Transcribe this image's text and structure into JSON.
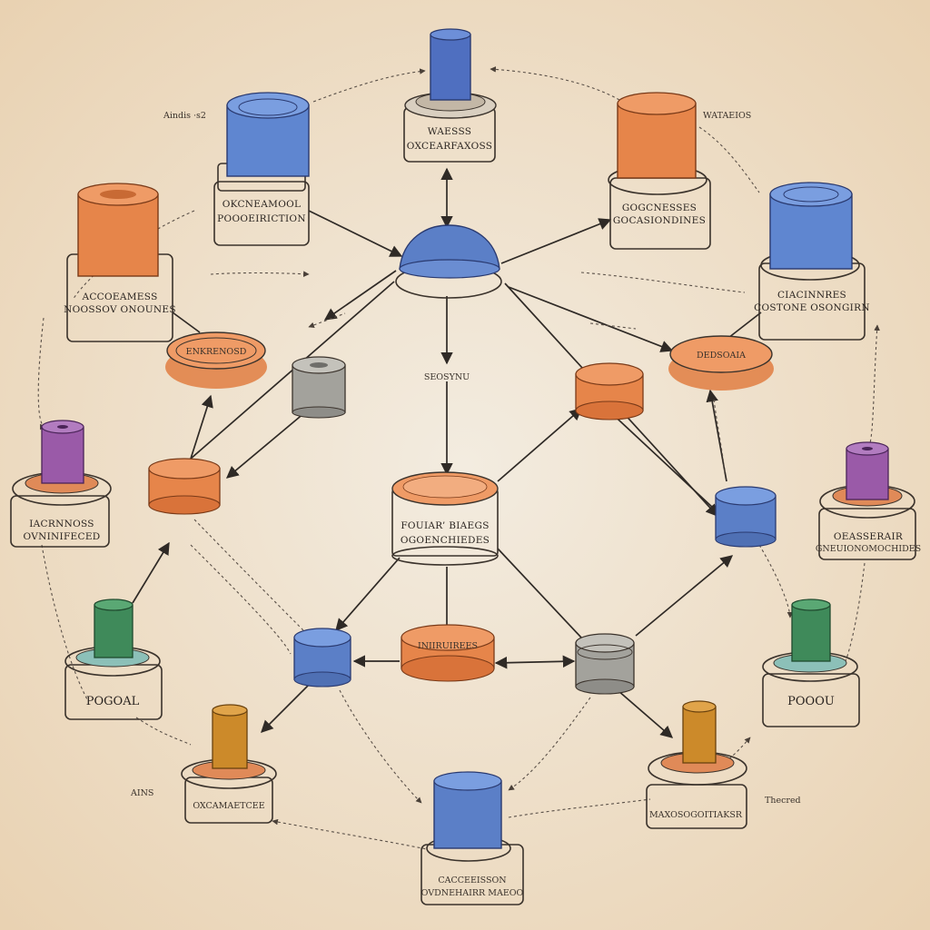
{
  "diagram": {
    "labels": {
      "top_box_line1": "WAESSS",
      "top_box_line2": "OXCEARFAXOSS",
      "upper_left_line1": "OKCNEAMOOL",
      "upper_left_line2": "POOOEIRICTION",
      "upper_right_line1": "GOGCNESSES",
      "upper_right_line2": "GOCASIONDINES",
      "left_line1": "ACCOEAMESS",
      "left_line2": "NOOSSOV ONOUNES",
      "right_line1": "CIACINNRES",
      "right_line2": "COSTONE OSONGIRN",
      "left_disc": "ENKRENOSD",
      "right_disc": "DEDSOAIA",
      "mid_left_line1": "IACRNNOSS",
      "mid_left_line2": "OVNINIFECED",
      "mid_right_line1": "OEASSERAIR",
      "mid_right_line2": "GNEUIONOMOCHIDES",
      "center_line1": "FOUIAR’ BIAEGS",
      "center_line2": "OGOENCHIEDES",
      "hub_label": "SEOSYNU",
      "lower_center_disc": "INIIRUIREES",
      "bottom_left_box": "POGOAL",
      "bottom_right_box": "POOOU",
      "bottom_left2_box": "OXCAMAETCEE",
      "bottom_right2_box": "MAXOSOGOITIAKSR",
      "bottom_center_line1": "CACCEEISSON",
      "bottom_center_line2": "OVDNEHAIRR MAEOO",
      "corner_tl": "Aindis ·s2",
      "corner_tr": "WATAEIOS",
      "corner_bl": "AINS",
      "corner_br": "Thecred"
    },
    "colors": {
      "background": "#efe3cf",
      "blue": "#5b7fc7",
      "orange": "#e88a50",
      "purple": "#9a5aa8",
      "green": "#3f8a5a",
      "gold": "#cc8a2a",
      "gray": "#9a9890",
      "box": "#f3e8d6"
    }
  }
}
